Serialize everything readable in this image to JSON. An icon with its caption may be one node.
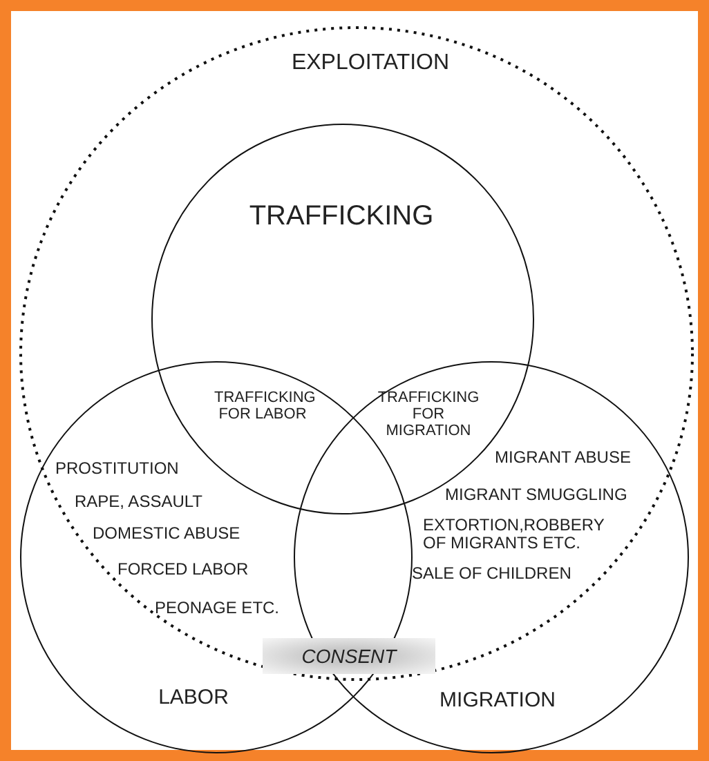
{
  "diagram": {
    "nodes": [
      {
        "text": [
          "EXPLOITATION"
        ]
      },
      {
        "text": [
          "TRAFFICKING"
        ],
        "in": 0
      },
      {
        "text": [
          "LABOR"
        ]
      },
      {
        "text": [
          "MIGRATION"
        ]
      },
      {
        "text": [
          "CONSENT"
        ],
        "in": 0
      }
    ],
    "labels": [
      "TRAFFICKING FOR LABOR",
      "TRAFFICKING FOR MIGRATION",
      "PROSTITUTION",
      "RAPE, ASSAULT",
      "DOMESTIC ABUSE",
      "FORCED LABOR",
      "PEONAGE ETC.",
      "MIGRANT ABUSE",
      "MIGRANT SMUGGLING",
      "EXTORTION,ROBBERY OF MIGRANTS ETC.",
      "SALE OF CHILDREN"
    ]
  }
}
